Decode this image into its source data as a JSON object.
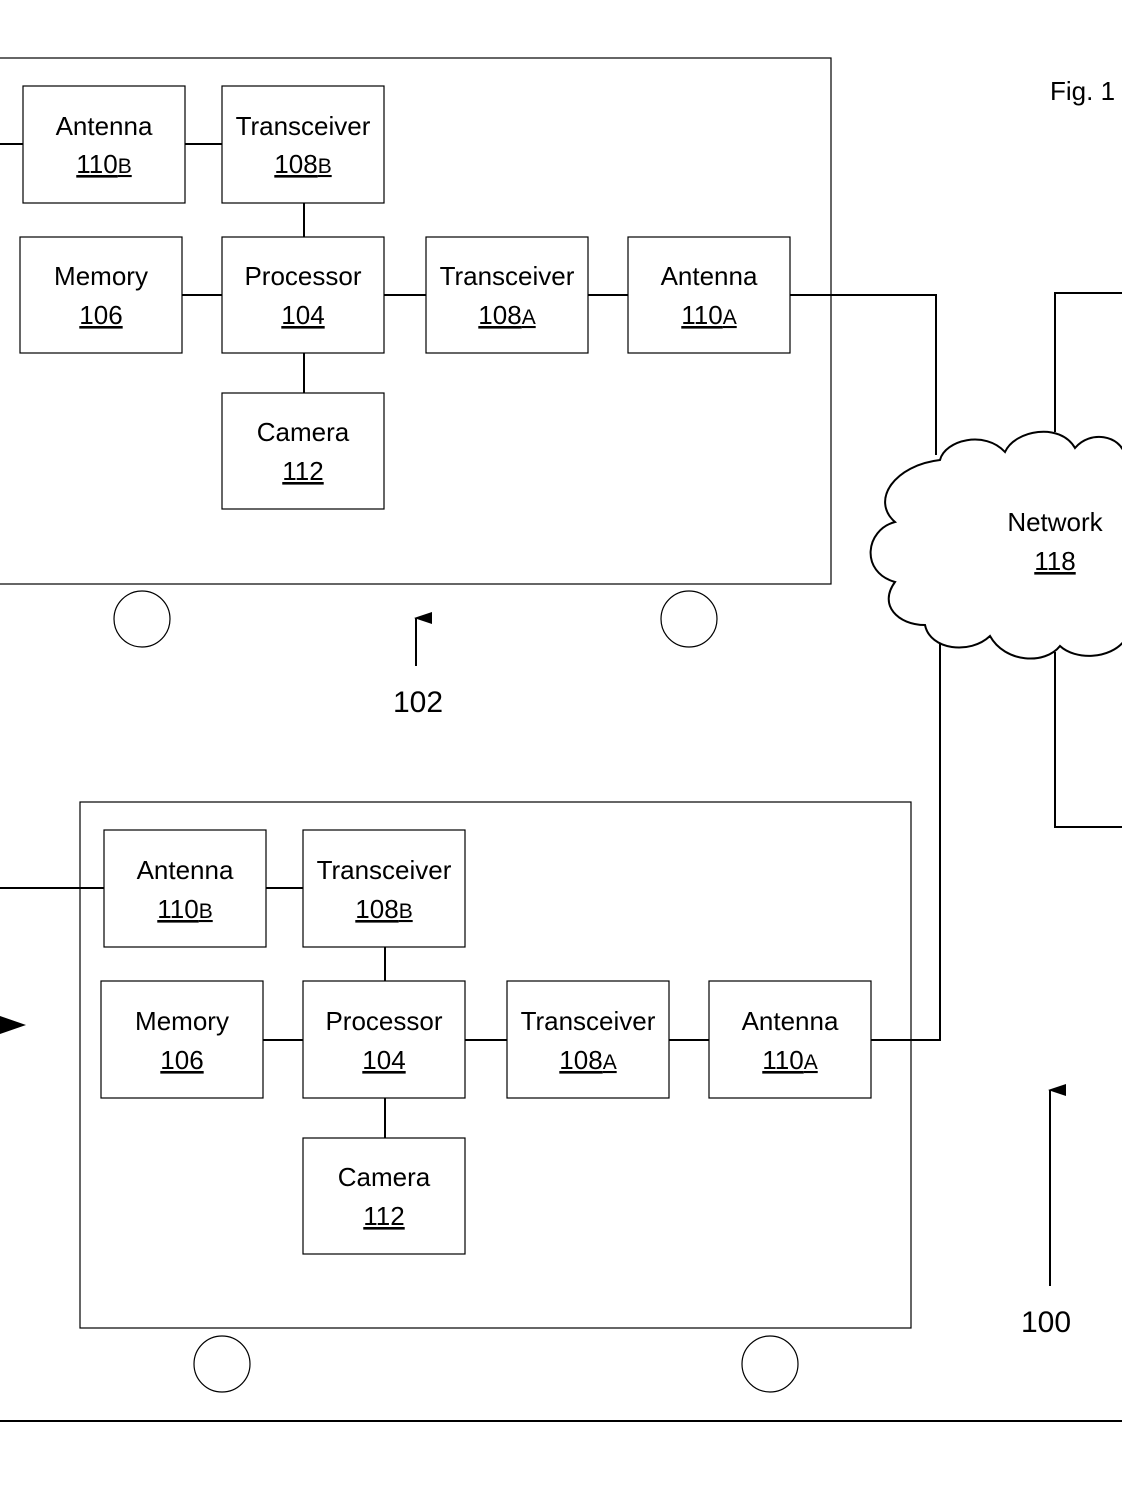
{
  "figure_label": "Fig. 1",
  "system_ref": "100",
  "network": {
    "label": "Network",
    "number": "118"
  },
  "vehicle_top": {
    "ref": "102",
    "antenna_b": {
      "label": "Antenna",
      "number": "110",
      "suffix": "B"
    },
    "transceiver_b": {
      "label": "Transceiver",
      "number": "108",
      "suffix": "B"
    },
    "memory": {
      "label": "Memory",
      "number": "106"
    },
    "processor": {
      "label": "Processor",
      "number": "104"
    },
    "transceiver_a": {
      "label": "Transceiver",
      "number": "108",
      "suffix": "A"
    },
    "antenna_a": {
      "label": "Antenna",
      "number": "110",
      "suffix": "A"
    },
    "camera": {
      "label": "Camera",
      "number": "112"
    }
  },
  "vehicle_bottom": {
    "antenna_b": {
      "label": "Antenna",
      "number": "110",
      "suffix": "B"
    },
    "transceiver_b": {
      "label": "Transceiver",
      "number": "108",
      "suffix": "B"
    },
    "memory": {
      "label": "Memory",
      "number": "106"
    },
    "processor": {
      "label": "Processor",
      "number": "104"
    },
    "transceiver_a": {
      "label": "Transceiver",
      "number": "108",
      "suffix": "A"
    },
    "antenna_a": {
      "label": "Antenna",
      "number": "110",
      "suffix": "A"
    },
    "camera": {
      "label": "Camera",
      "number": "112"
    }
  }
}
